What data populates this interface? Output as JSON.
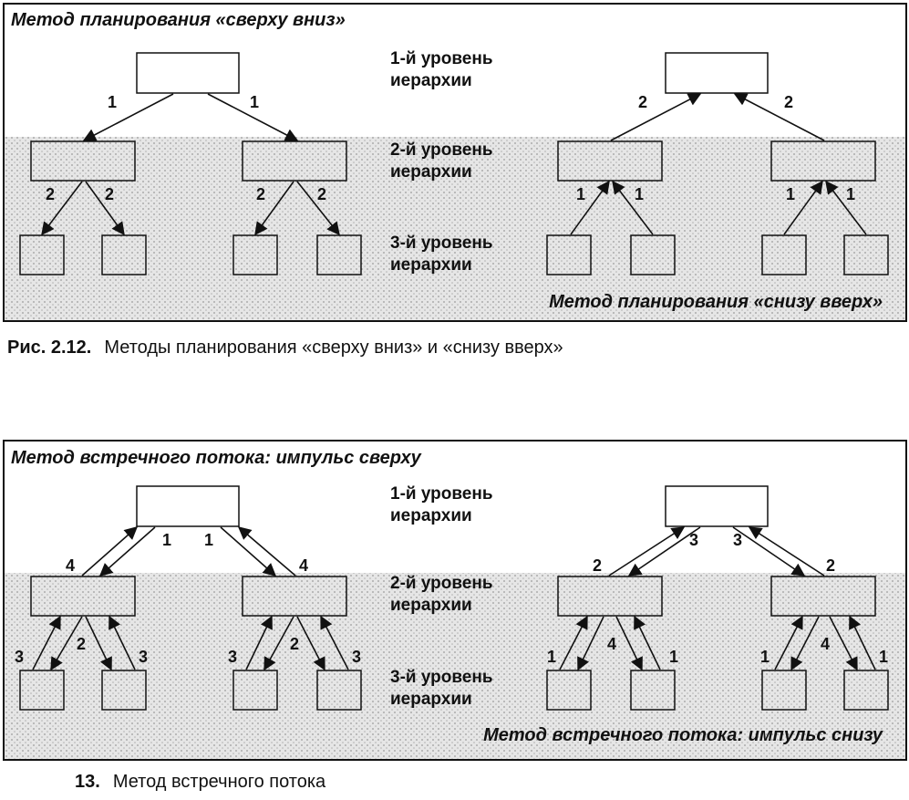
{
  "figure1": {
    "title_top": "Метод планирования «сверху вниз»",
    "title_bottom": "Метод планирования «снизу вверх»",
    "level1": [
      "1-й уровень",
      "иерархии"
    ],
    "level2": [
      "2-й уровень",
      "иерархии"
    ],
    "level3": [
      "3-й уровень",
      "иерархии"
    ],
    "edge_labels": {
      "l1_left": "1",
      "l1_right": "1",
      "l2_a": "2",
      "l2_b": "2",
      "l2_c": "2",
      "l2_d": "2",
      "r1_left": "2",
      "r1_right": "2",
      "r2_a": "1",
      "r2_b": "1",
      "r2_c": "1",
      "r2_d": "1"
    },
    "caption_number": "Рис. 2.12.",
    "caption_text": "Методы планирования «сверху вниз» и «снизу вверх»"
  },
  "figure2": {
    "title_top": "Метод встречного потока: импульс сверху",
    "title_bottom": "Метод встречного потока: импульс снизу",
    "level1": [
      "1-й уровень",
      "иерархии"
    ],
    "level2": [
      "2-й уровень",
      "иерархии"
    ],
    "level3": [
      "3-й уровень",
      "иерархии"
    ],
    "edge_labels": {
      "l_top_left": "1",
      "l_top_right": "1",
      "l_up_left": "4",
      "l_up_right": "4",
      "l_a_up": "3",
      "l_a_down": "2",
      "l_b_up": "3",
      "l_c_up": "3",
      "l_c_down": "2",
      "l_d_up": "3",
      "r_top_left": "3",
      "r_top_right": "3",
      "r_down_left": "2",
      "r_down_right": "2",
      "r_a_up": "1",
      "r_a_down": "4",
      "r_b_up": "1",
      "r_c_up": "1",
      "r_c_down": "4",
      "r_d_up": "1"
    },
    "caption_number": "13.",
    "caption_text": "Метод встречного потока"
  }
}
